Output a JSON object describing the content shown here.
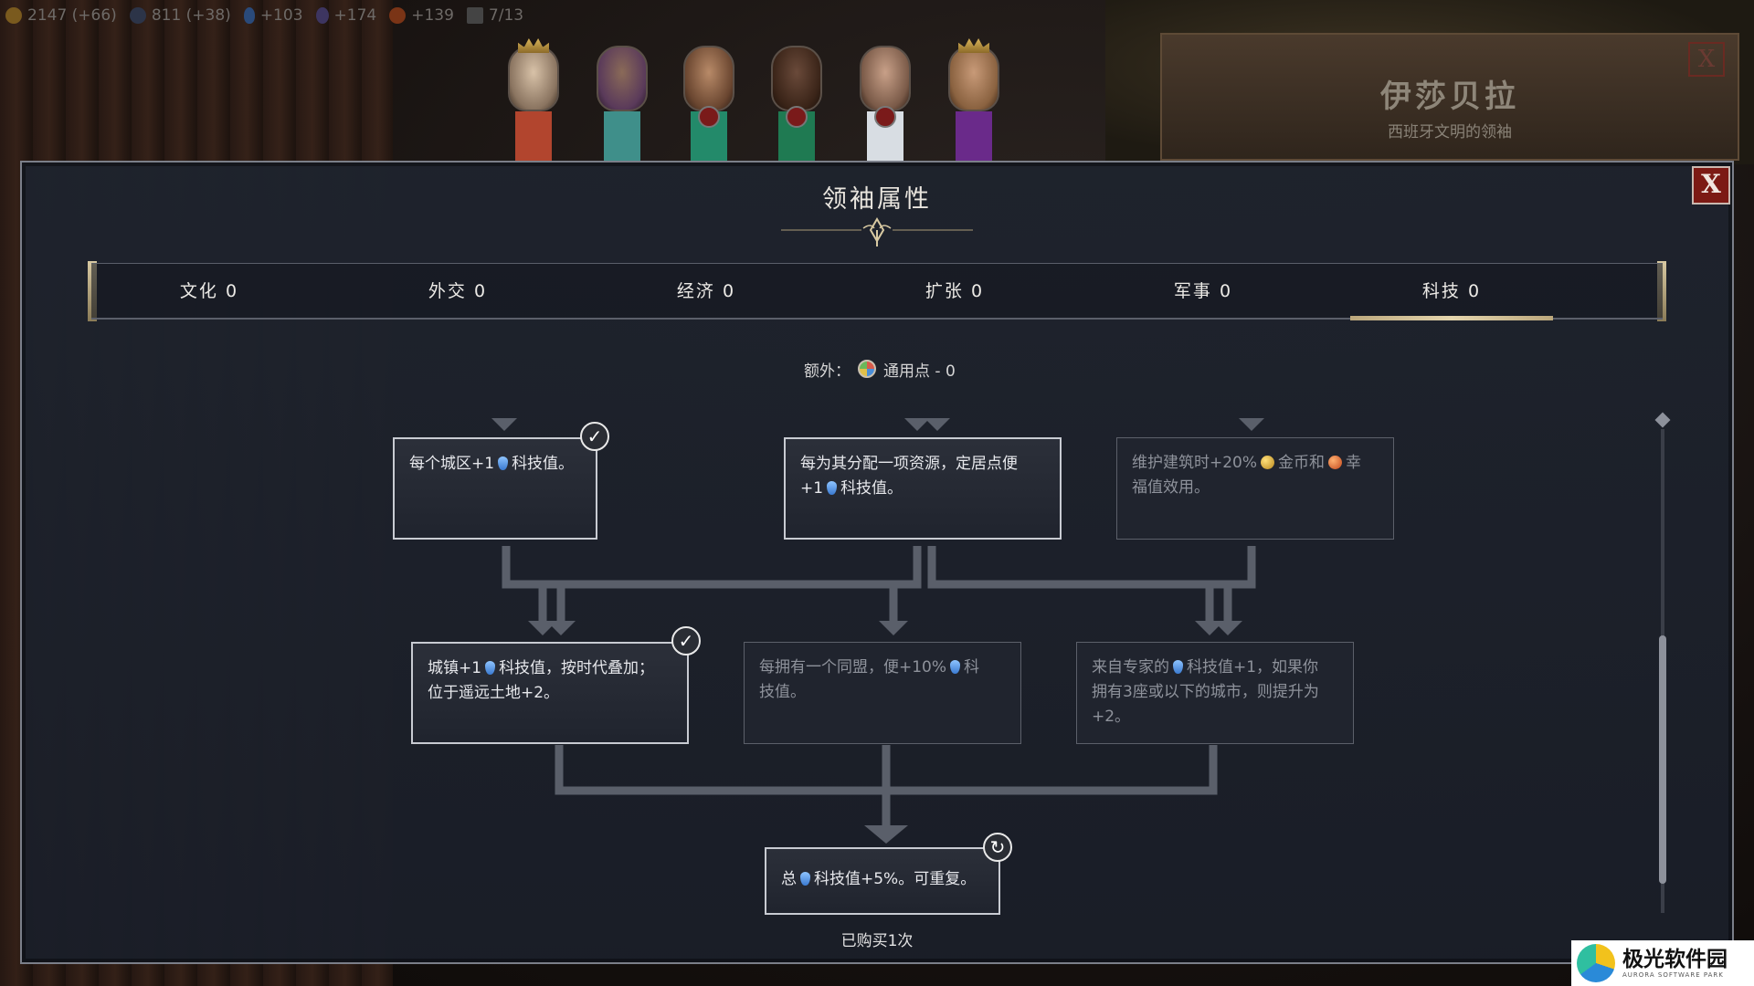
{
  "resources": [
    {
      "icon": "gold-icon",
      "color": "#c98a1e",
      "text": "2147 (+66)"
    },
    {
      "icon": "influence-icon",
      "color": "#3f4b63",
      "text": "811 (+38)"
    },
    {
      "icon": "science-icon",
      "color": "#3a6fb8",
      "text": "+103"
    },
    {
      "icon": "culture-icon",
      "color": "#5a4a8a",
      "text": "+174"
    },
    {
      "icon": "happiness-icon",
      "color": "#c2471c",
      "text": "+139"
    },
    {
      "icon": "cities-icon",
      "color": "#555555",
      "text": "7/13"
    }
  ],
  "leaders": [
    {
      "name": "leader-portrait-1",
      "banner": "#b2452e"
    },
    {
      "name": "leader-portrait-2",
      "banner": "#3f8f8a"
    },
    {
      "name": "leader-portrait-3",
      "banner": "#238a6a"
    },
    {
      "name": "leader-portrait-4",
      "banner": "#1f7a52"
    },
    {
      "name": "leader-portrait-5",
      "banner": "#d8dde3"
    },
    {
      "name": "leader-portrait-6",
      "banner": "#6a2a8a"
    }
  ],
  "leader_card": {
    "name": "伊莎贝拉",
    "subtitle": "西班牙文明的领袖",
    "close_label": "X"
  },
  "modal": {
    "title": "领袖属性",
    "close_label": "X"
  },
  "tabs": [
    {
      "label": "文化 0"
    },
    {
      "label": "外交 0"
    },
    {
      "label": "经济 0"
    },
    {
      "label": "扩张 0"
    },
    {
      "label": "军事 0"
    },
    {
      "label": "科技 0",
      "active": true
    }
  ],
  "extra": {
    "prefix": "额外：",
    "label": "通用点 - 0"
  },
  "cards": {
    "c1": {
      "pre": "每个城区+1",
      "post": "科技值。"
    },
    "c2": {
      "pre": "每为其分配一项资源，定居点便",
      "line2pre": "+1",
      "post": "科技值。"
    },
    "c3": {
      "pre": "维护建筑时+20%",
      "mid": "金币和",
      "post1": "幸",
      "post2": "福值效用。"
    },
    "c4": {
      "pre": "城镇+1",
      "post": "科技值，按时代叠加；",
      "line2": "位于遥远土地+2。"
    },
    "c5": {
      "pre": "每拥有一个同盟，便+10%",
      "post1": "科",
      "post2": "技值。"
    },
    "c6": {
      "pre": "来自专家的",
      "post": "科技值+1，如果你",
      "line2": "拥有3座或以下的城市，则提升为",
      "line3": "+2。"
    },
    "c7": {
      "pre": "总",
      "post": "科技值+5%。可重复。"
    }
  },
  "purchase_count": "已购买1次",
  "watermark": {
    "main": "极光软件园",
    "sub": "AURORA SOFTWARE PARK"
  }
}
